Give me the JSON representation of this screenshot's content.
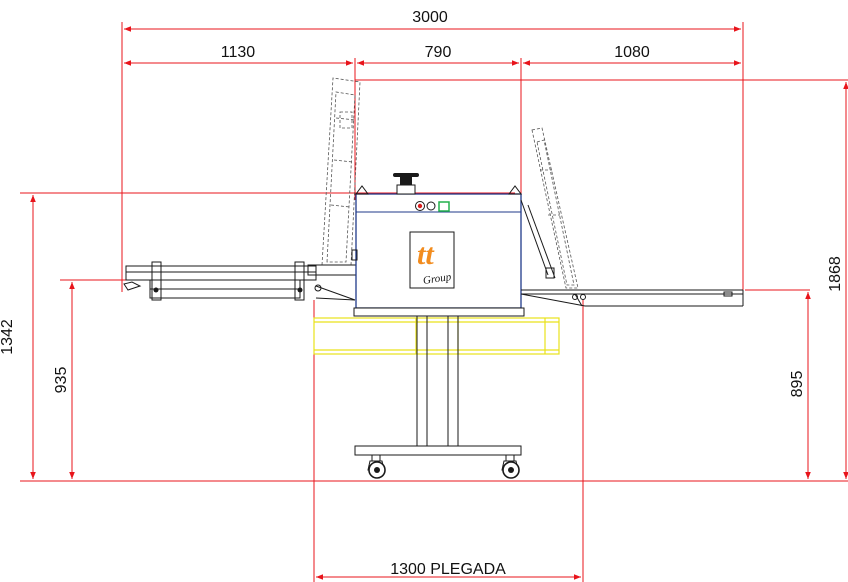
{
  "dimensions": {
    "overall_width": "3000",
    "left_section": "1130",
    "center_section": "790",
    "right_section": "1080",
    "total_height": "1868",
    "table_height": "1342",
    "left_feed_height": "935",
    "right_feed_height": "895",
    "folded_width": "1300 PLEGADA"
  },
  "logo": {
    "text": "tt",
    "subtext": "Group"
  },
  "colors": {
    "dimension_lines": "#e8141b",
    "frame_outline": "#1a1a1a",
    "machine_border": "#1f3a8a",
    "logo_orange": "#f28c1e",
    "highlight_yellow": "#e9e21a",
    "indicator_green": "#22b14c",
    "button_red": "#d81e1e"
  }
}
